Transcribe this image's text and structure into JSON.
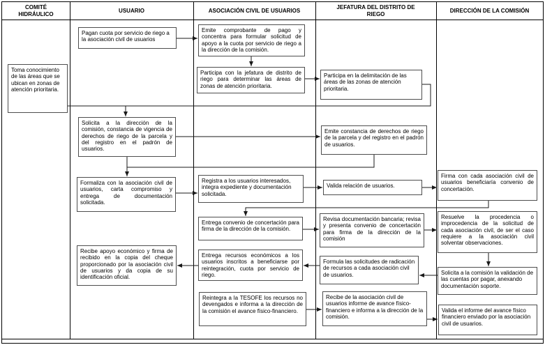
{
  "diagram_type": "swimlane-flowchart",
  "colors": {
    "background": "#ffffff",
    "line": "#1a1a1a",
    "box_border": "#4d4d4d",
    "text": "#000000"
  },
  "columns": [
    {
      "label": "COMITÉ HIDRÁULICO"
    },
    {
      "label": "USUARIO"
    },
    {
      "label": "ASOCIACIÓN CIVIL DE USUARIOS"
    },
    {
      "label": "JEFATURA DEL DISTRITO DE RIEGO"
    },
    {
      "label": "DIRECCIÓN DE LA COMISIÓN"
    }
  ],
  "boxes": [
    {
      "id": "usuario-paga-cuota",
      "column": "USUARIO",
      "text": "Pagan cuota por servicio de riego a la asociación civil de usuarios"
    },
    {
      "id": "emite-comprobante",
      "column": "ASOCIACIÓN CIVIL DE USUARIOS",
      "text": "Emite comprobante de pago y concentra para formular solicitud de apoyo a la cuota por servicio de riego a la dirección de la comisión."
    },
    {
      "id": "participa-jefatura",
      "column": "ASOCIACIÓN CIVIL DE USUARIOS",
      "text": "Participa con la jefatura de distrito de riego para determinar las áreas de zonas de atención prioritaria."
    },
    {
      "id": "participa-delimitacion",
      "column": "JEFATURA DEL DISTRITO DE RIEGO",
      "text": "Participa en la delimitación de las áreas de las zonas de atención prioritaria."
    },
    {
      "id": "toma-conocimiento",
      "column": "COMITÉ HIDRÁULICO",
      "text": "Toma conocimiento de las áreas que se ubican en zonas de atención prioritaria."
    },
    {
      "id": "solicita-constancia",
      "column": "USUARIO",
      "text": "Solicita a la dirección de la comisión, constancia de vigencia de derechos de riego de la parcela y del registro en el padrón de usuarios."
    },
    {
      "id": "emite-constancia",
      "column": "JEFATURA DEL DISTRITO DE RIEGO",
      "text": "Emite constancia de derechos de riego de la parcela y del registro en el padrón de usuarios."
    },
    {
      "id": "formaliza-carta",
      "column": "USUARIO",
      "text": "Formaliza con la asociación civil de usuarios, carta compromiso y entrega de documentación solicitada."
    },
    {
      "id": "registra-usuarios",
      "column": "ASOCIACIÓN CIVIL DE USUARIOS",
      "text": "Registra a los usuarios interesados, integra expediente y documentación solicitada."
    },
    {
      "id": "valida-relacion",
      "column": "JEFATURA DEL DISTRITO DE RIEGO",
      "text": "Valida relación de usuarios."
    },
    {
      "id": "firma-convenio",
      "column": "DIRECCIÓN DE LA COMISIÓN",
      "text": "Firma con cada asociación civil de usuarios beneficiaría convenio de concertación."
    },
    {
      "id": "entrega-convenio",
      "column": "ASOCIACIÓN CIVIL DE USUARIOS",
      "text": "Entrega convenio de concertación para firma de la dirección de la comisión."
    },
    {
      "id": "revisa-documentacion",
      "column": "JEFATURA DEL DISTRITO DE RIEGO",
      "text": "Revisa documentación bancaria; revisa y presenta convenio de concertación para firma de la dirección de la comisión"
    },
    {
      "id": "resuelve-procedencia",
      "column": "DIRECCIÓN DE LA COMISIÓN",
      "text": "Resuelve la procedencia o improcedencia de la solicitud de cada asociación civil, de ser el caso requiere a la asociación civil solventar observaciones."
    },
    {
      "id": "recibe-apoyo",
      "column": "USUARIO",
      "text": "Recibe apoyo económico y firma de recibido en la copia del cheque proporcionado por la asociación civil de usuarios y da copia de su identificación oficial."
    },
    {
      "id": "entrega-recursos",
      "column": "ASOCIACIÓN CIVIL DE USUARIOS",
      "text": "Entrega recursos económicos a los usuarios inscritos a beneficiarse por reintegración, cuota por servicio de riego."
    },
    {
      "id": "formula-solicitudes",
      "column": "JEFATURA DEL DISTRITO DE RIEGO",
      "text": "Formula las solicitudes de radicación de recursos a cada asociación civil de usuarios."
    },
    {
      "id": "solicita-validacion",
      "column": "DIRECCIÓN DE LA COMISIÓN",
      "text": "Solicita a la comisión la validación de las cuentas por pagar, anexando documentación soporte."
    },
    {
      "id": "reintegra-tesofe",
      "column": "ASOCIACIÓN CIVIL DE USUARIOS",
      "text": "Reintegra a la TESOFE los recursos no devengados e informa a la dirección de la comisión el avance físico-financiero."
    },
    {
      "id": "recibe-informe",
      "column": "JEFATURA DEL DISTRITO DE RIEGO",
      "text": "Recibe de la asociación civil de usuarios informe de avance físico-financiero e informa a la dirección de la comisión."
    },
    {
      "id": "valida-informe",
      "column": "DIRECCIÓN DE LA COMISIÓN",
      "text": "Valida el informe del avance físico financiero enviado por la asociación civil de usuarios."
    }
  ]
}
